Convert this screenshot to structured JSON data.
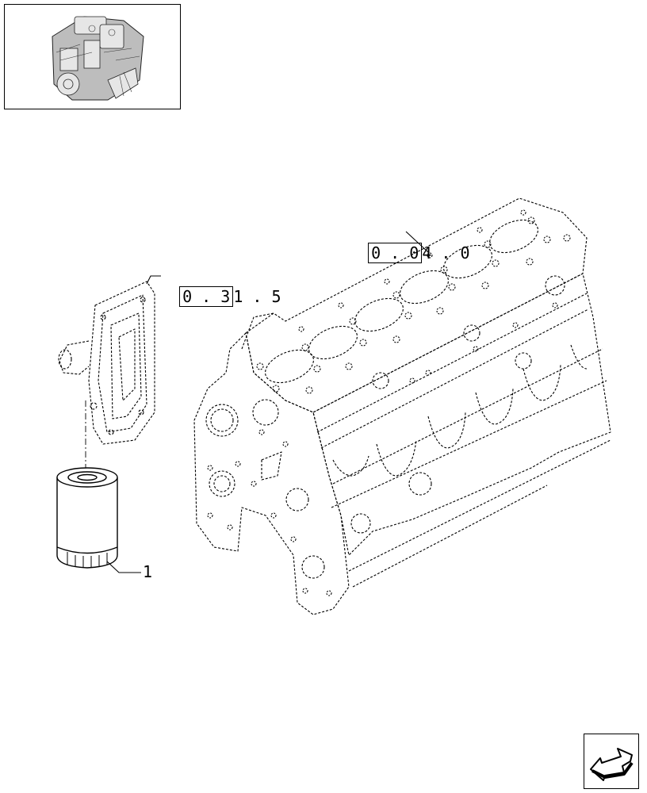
{
  "callouts": {
    "block": {
      "boxed": "0 . 0",
      "tail": "4 . 0"
    },
    "cover": {
      "boxed": "0 . 3",
      "tail": "1 . 5"
    },
    "filter": {
      "number": "1"
    }
  },
  "icons": {
    "thumbnail": "engine-thumbnail-icon",
    "navigation": "next-page-arrow-icon"
  },
  "colors": {
    "line": "#000000",
    "background": "#ffffff"
  }
}
